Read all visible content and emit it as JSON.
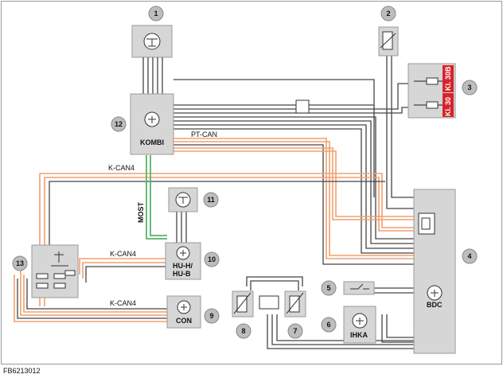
{
  "image_id": "FB6213012",
  "modules": {
    "kombi": "KOMBI",
    "hu": "HU-H/",
    "hu2": "HU-B",
    "con": "CON",
    "bdc": "BDC",
    "ihka": "IHKA"
  },
  "bus_labels": {
    "pt_can": "PT-CAN",
    "k_can4_top": "K-CAN4",
    "k_can4_mid": "K-CAN4",
    "k_can4_low": "K-CAN4",
    "most": "MOST"
  },
  "terminals": {
    "kl30b": "Kl. 30B",
    "kl30": "Kl. 30"
  },
  "callouts": [
    "1",
    "2",
    "3",
    "4",
    "5",
    "6",
    "7",
    "8",
    "9",
    "10",
    "11",
    "12",
    "13"
  ],
  "colors": {
    "k_can": "#f0a070",
    "most": "#59b265",
    "terminal_red": "#d8232a",
    "module_grey": "#d6d6d6"
  }
}
